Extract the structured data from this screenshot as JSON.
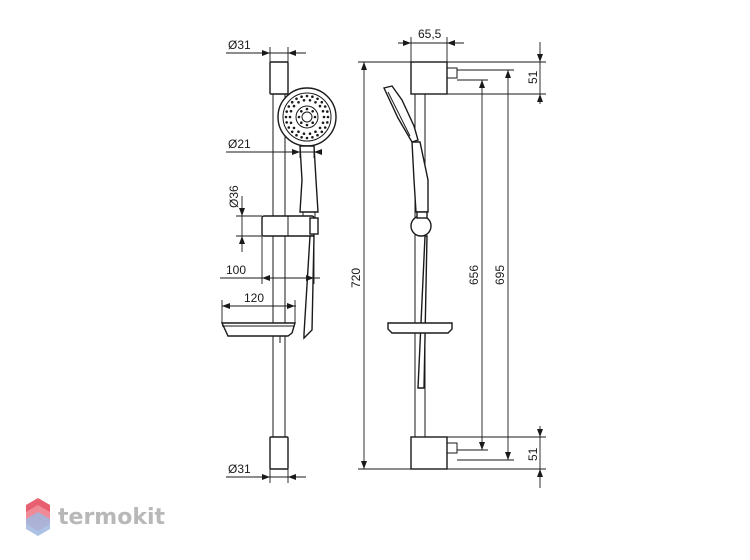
{
  "front_view": {
    "dia_bar_top": "Ø31",
    "dia_hose": "Ø21",
    "dia_holder": "Ø36",
    "dim_holder_depth": "100",
    "dim_soap_dish": "120",
    "dia_bar_bottom": "Ø31"
  },
  "side_view": {
    "dim_bracket_depth": "65,5",
    "dim_total_height": "720",
    "dim_inner_656": "656",
    "dim_inner_695": "695",
    "dim_bracket_top": "51",
    "dim_bracket_bottom": "51"
  },
  "watermark": {
    "brand": "termokit",
    "colors": {
      "hex_top": "#e8606f",
      "hex_mid": "#f0909a",
      "hex_low": "#9fb7e0",
      "text": "#b8b8b8"
    }
  }
}
